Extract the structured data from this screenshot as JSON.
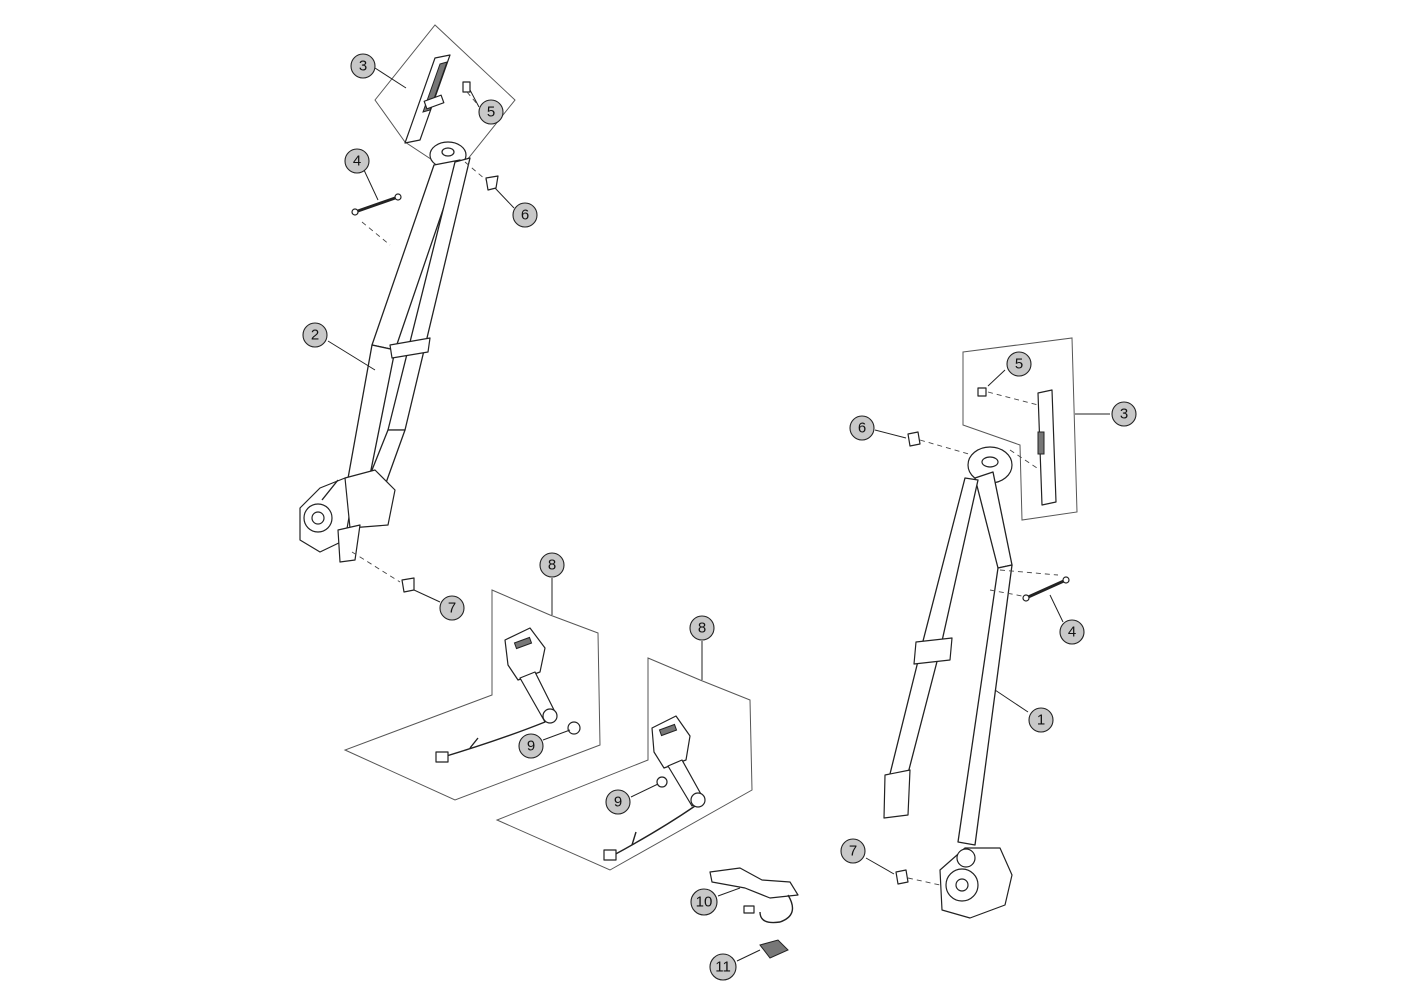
{
  "callouts": [
    {
      "label": "3"
    },
    {
      "label": "5"
    },
    {
      "label": "4"
    },
    {
      "label": "6"
    },
    {
      "label": "2"
    },
    {
      "label": "7"
    },
    {
      "label": "8"
    },
    {
      "label": "9"
    },
    {
      "label": "8"
    },
    {
      "label": "9"
    },
    {
      "label": "10"
    },
    {
      "label": "11"
    },
    {
      "label": "5"
    },
    {
      "label": "3"
    },
    {
      "label": "6"
    },
    {
      "label": "4"
    },
    {
      "label": "1"
    },
    {
      "label": "7"
    }
  ]
}
